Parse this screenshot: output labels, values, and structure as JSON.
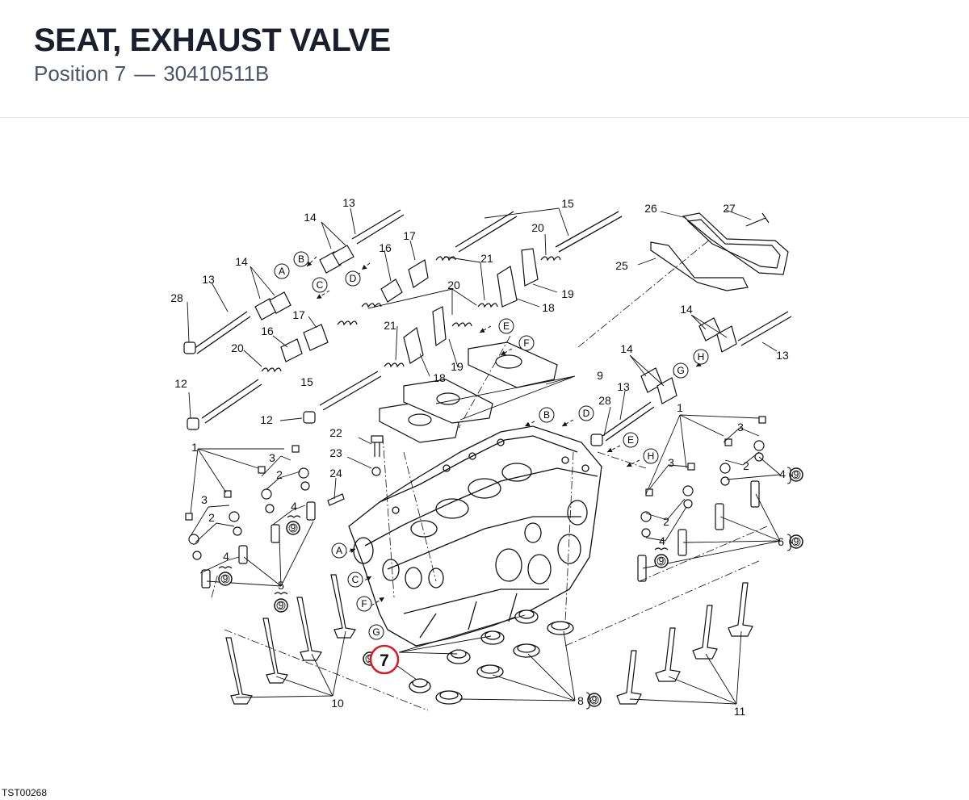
{
  "header": {
    "title": "SEAT, EXHAUST VALVE",
    "position_label": "Position 7",
    "separator": "—",
    "part_number": "30410511B"
  },
  "diagram": {
    "highlight": {
      "label": "7",
      "color": "#d0202a"
    },
    "callouts": {
      "n1a": "1",
      "n1b": "1",
      "n2a": "2",
      "n2b": "2",
      "n2c": "2",
      "n2d": "2",
      "n3a": "3",
      "n3b": "3",
      "n3c": "3",
      "n3d": "3",
      "n4a": "4",
      "n4b": "4",
      "n4c": "4",
      "n4d": "4",
      "n5": "5",
      "n6": "6",
      "n8": "8",
      "n10": "10",
      "n11": "11",
      "n12a": "12",
      "n12b": "12",
      "n13a": "13",
      "n13b": "13",
      "n13c": "13",
      "n13d": "13",
      "n14a": "14",
      "n14b": "14",
      "n14c": "14",
      "n14d": "14",
      "n15a": "15",
      "n15b": "15",
      "n16a": "16",
      "n16b": "16",
      "n17a": "17",
      "n17b": "17",
      "n18a": "18",
      "n18b": "18",
      "n19a": "19",
      "n19b": "19",
      "n20a": "20",
      "n20b": "20",
      "n20c": "20",
      "n21a": "21",
      "n21b": "21",
      "n22": "22",
      "n23": "23",
      "n24": "24",
      "n25": "25",
      "n26": "26",
      "n27": "27",
      "n28a": "28",
      "n28b": "28",
      "n9": "9"
    },
    "letters": {
      "la1": "A",
      "lb1": "B",
      "lc1": "C",
      "ld1": "D",
      "le1": "E",
      "lf1": "F",
      "lg1": "G",
      "lh1": "H",
      "lb2": "B",
      "ld2": "D",
      "le2": "E",
      "lh2": "H",
      "la2": "A",
      "lc2": "C",
      "lf2": "F",
      "lg2": "G"
    },
    "kit_marks": {
      "k1": "9",
      "k2": "9",
      "k3": "9",
      "k4": "9",
      "k5": "9",
      "k6": "9",
      "k7": "9",
      "k8": "9"
    },
    "drawing_code": "TST00268"
  }
}
